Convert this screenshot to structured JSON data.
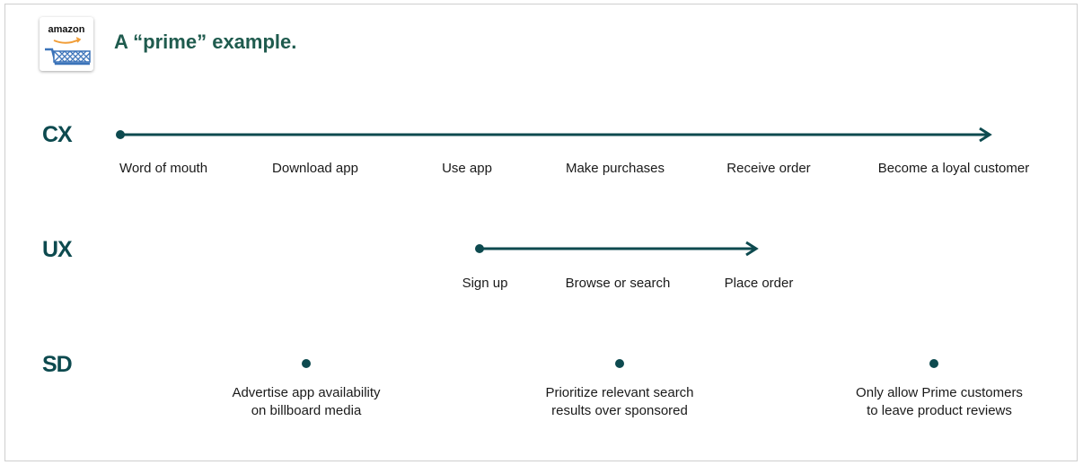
{
  "logo": {
    "word": "amazon",
    "icon": "shopping-cart-icon"
  },
  "title": "A “prime” example.",
  "colors": {
    "title": "#1f5b4e",
    "accent": "#0d4a4f",
    "line": "#0d4a4f",
    "logo_cart": "#3b73b9",
    "logo_smile": "#f19e38"
  },
  "rows": {
    "cx": {
      "label": "CX",
      "steps": [
        "Word of mouth",
        "Download app",
        "Use app",
        "Make purchases",
        "Receive order",
        "Become a loyal customer"
      ]
    },
    "ux": {
      "label": "UX",
      "steps": [
        "Sign up",
        "Browse or search",
        "Place order"
      ]
    },
    "sd": {
      "label": "SD",
      "points": [
        {
          "line1": "Advertise app availability",
          "line2": "on billboard media"
        },
        {
          "line1": "Prioritize relevant search",
          "line2": "results over sponsored"
        },
        {
          "line1": "Only allow Prime customers",
          "line2": "to leave product reviews"
        }
      ]
    }
  }
}
